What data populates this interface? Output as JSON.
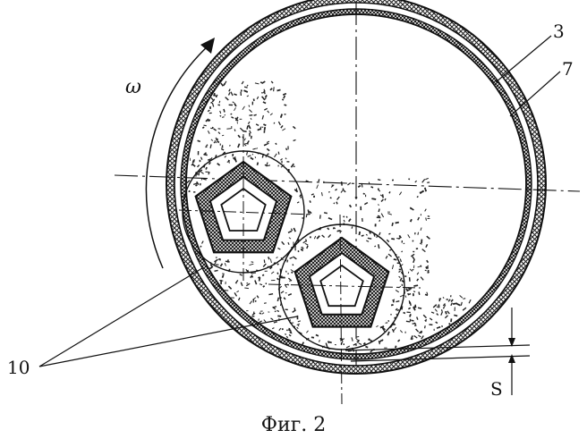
{
  "labels": {
    "omega": "ω",
    "ref_3": "3",
    "ref_7": "7",
    "ref_10": "10",
    "gap_s": "S"
  },
  "caption": "Фиг. 2",
  "colors": {
    "ink": "#111111",
    "hatch": "#333333",
    "paper": "#ffffff"
  }
}
